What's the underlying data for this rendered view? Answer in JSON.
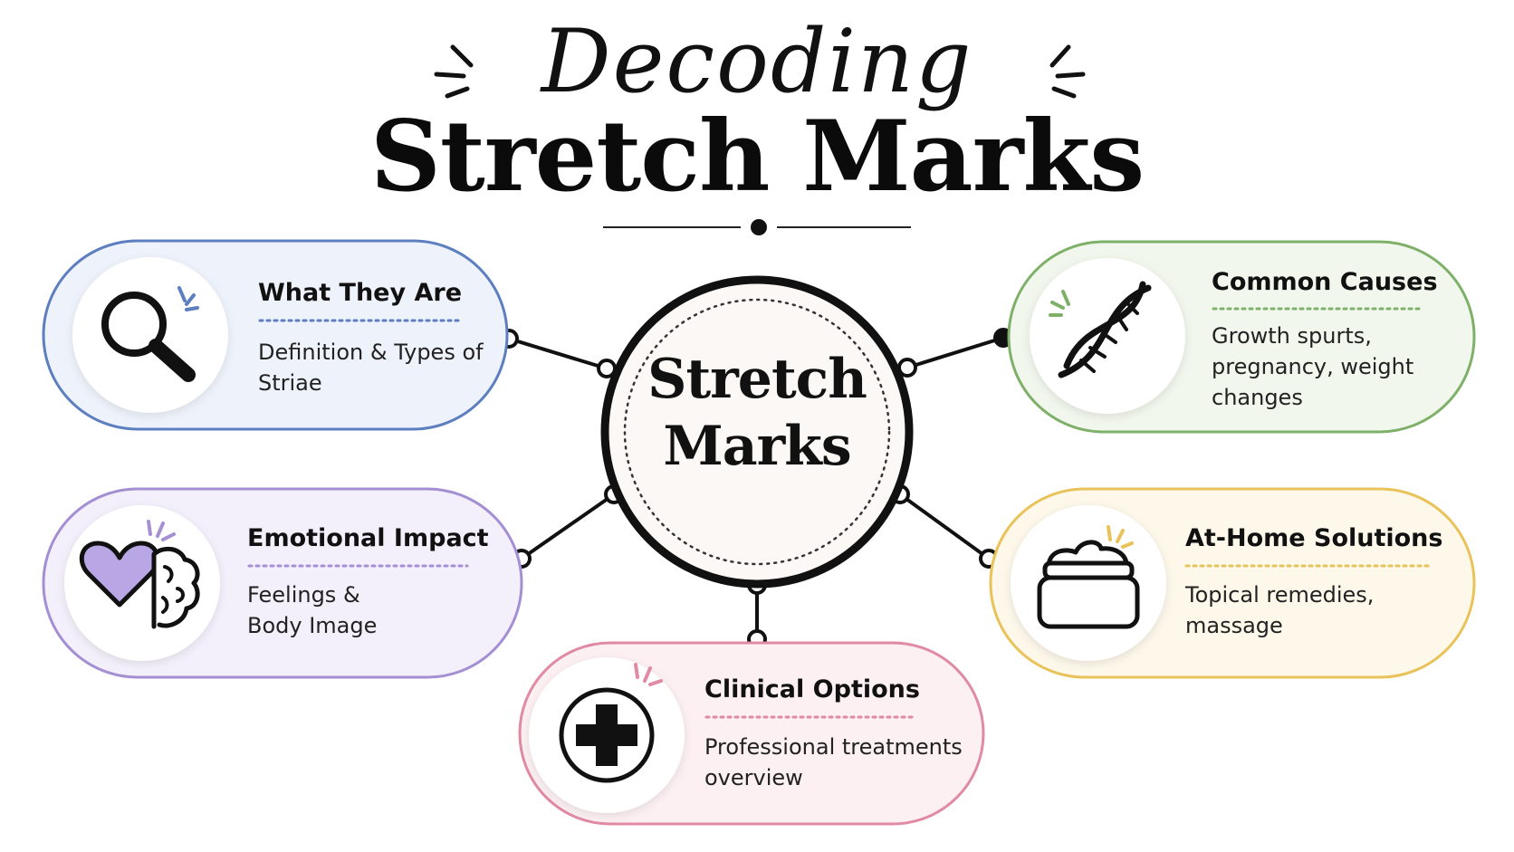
{
  "title": {
    "script": "Decoding",
    "main": "Stretch Marks"
  },
  "hub": {
    "line1": "Stretch",
    "line2": "Marks"
  },
  "cards": {
    "what": {
      "title": "What They Are",
      "desc": "Definition & Types of Striae",
      "icon": "magnifying-glass-icon",
      "color": "#5d7fc0",
      "fill": "#eef3fb"
    },
    "causes": {
      "title": "Common Causes",
      "desc": "Growth spurts, pregnancy, weight changes",
      "icon": "dna-helix-icon",
      "color": "#7fb069",
      "fill": "#f1f7ec"
    },
    "emotional": {
      "title": "Emotional Impact",
      "desc": "Feelings & Body Image",
      "icon": "heart-brain-icon",
      "color": "#a58fd3",
      "fill": "#f4f0fb"
    },
    "home": {
      "title": "At-Home Solutions",
      "desc": "Topical remedies, massage",
      "icon": "cream-jar-icon",
      "color": "#e9c35a",
      "fill": "#fdf8ea"
    },
    "clinical": {
      "title": "Clinical Options",
      "desc": "Professional treatments overview",
      "icon": "medical-cross-icon",
      "color": "#e08aa3",
      "fill": "#fcf0f3"
    }
  },
  "colors": {
    "ink": "#111111",
    "heart_fill": "#b9a6e4",
    "hub_fill": "#fbf8f5"
  }
}
